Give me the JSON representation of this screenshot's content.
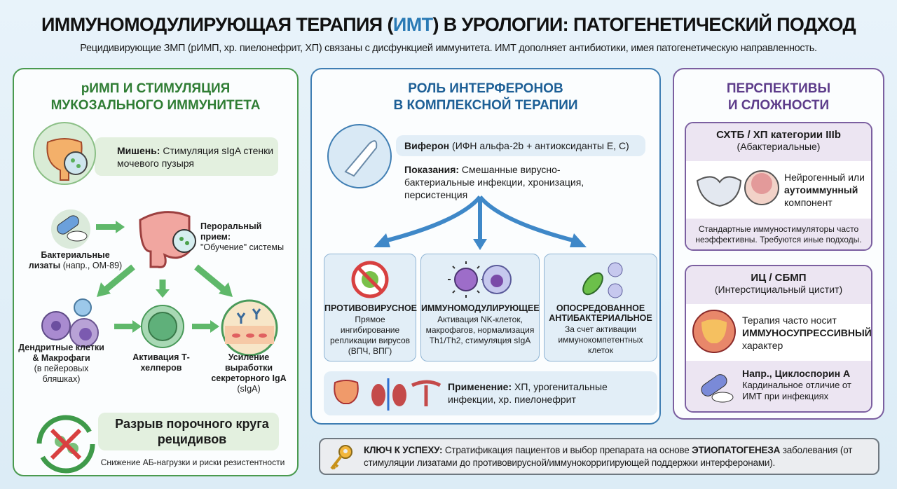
{
  "header": {
    "title_part1": "ИММУНОМОДУЛИРУЮЩАЯ ТЕРАПИЯ (",
    "title_accent": "ИМТ",
    "title_part2": ") В УРОЛОГИИ: ПАТОГЕНЕТИЧЕСКИЙ ПОДХОД",
    "subtitle": "Рецидивирующие ЗМП (рИМП, хр. пиелонефрит, ХП) связаны с дисфункцией иммунитета. ИМТ дополняет антибиотики, имея патогенетическую направленность."
  },
  "left": {
    "heading1": "рИМП И СТИМУЛЯЦИЯ",
    "heading2": "МУКОЗАЛЬНОГО ИММУНИТЕТА",
    "target_label": "Мишень:",
    "target_text": " Стимуляция sIgA стенки мочевого пузыря",
    "lysates_bold": "Бактериальные лизаты",
    "lysates_rest": " (напр., ОМ-89)",
    "oral_bold": "Пероральный прием:",
    "oral_text": "\"Обучение\" системы",
    "dc_bold": "Дендритные клетки & Макрофаги",
    "dc_rest": "(в пейеровых бляшках)",
    "th_label": "Активация Т-хелперов",
    "iga_bold": "Усиление выработки секреторного IgA",
    "iga_rest": "(sIgA)",
    "break_title": "Разрыв порочного круга рецидивов",
    "break_sub": "Снижение АБ-нагрузки и риски резистентности"
  },
  "middle": {
    "heading1": "РОЛЬ ИНТЕРФЕРОНОВ",
    "heading2": "В КОМПЛЕКСНОЙ ТЕРАПИИ",
    "viferon_bold": "Виферон",
    "viferon_text": " (ИФН альфа-2b + антиоксиданты Е, С)",
    "ind_bold": "Показания:",
    "ind_text": " Смешанные вирусно-бактериальные инфекции, хронизация, персистенция",
    "effects": [
      {
        "title": "ПРОТИВОВИРУСНОЕ",
        "text": "Прямое ингибирование репликации вирусов (ВПЧ, ВПГ)"
      },
      {
        "title": "ИММУНОМОДУЛИРУЮЩЕЕ",
        "text": "Активация NK-клеток, макрофагов, нормализация Th1/Th2, стимуляция sIgA"
      },
      {
        "title": "ОПОСРЕДОВАННОЕ АНТИБАКТЕРИАЛЬНОЕ",
        "text": "За счет активации иммунокомпетентных клеток"
      }
    ],
    "app_bold": "Применение:",
    "app_text": " ХП, урогенитальные инфекции, хр. пиелонефрит"
  },
  "right": {
    "heading1": "ПЕРСПЕКТИВЫ",
    "heading2": "И СЛОЖНОСТИ",
    "card1": {
      "title": "СХТБ / ХП категории IIIb",
      "sub": "(Абактериальные)",
      "t1": "Нейрогенный или ",
      "t2": "аутоиммунный",
      "t3": " компонент",
      "footer": "Стандартные иммуностимуляторы часто неэффективны. Требуются иные подходы."
    },
    "card2": {
      "title": "ИЦ / СБМП",
      "sub": "(Интерстициальный цистит)",
      "t1": "Терапия часто носит ",
      "t2": "ИММУНОСУПРЕССИВНЫЙ",
      "t3": " характер",
      "ex_bold": "Напр., Циклоспорин А",
      "ex_text": "Кардинальное отличие от ИМТ при инфекциях"
    }
  },
  "key": {
    "bold1": "КЛЮЧ К УСПЕХУ:",
    "text1": " Стратификация пациентов и выбор препарата на основе ",
    "bold2": "ЭТИОПАТОГЕНЕЗА",
    "text2": " заболевания (от стимуляции лизатами до противовирусной/иммунокорригирующей поддержки интерферонами)."
  },
  "colors": {
    "green": "#3f8f45",
    "blue": "#2e6fa6",
    "purple": "#6a4c93"
  }
}
